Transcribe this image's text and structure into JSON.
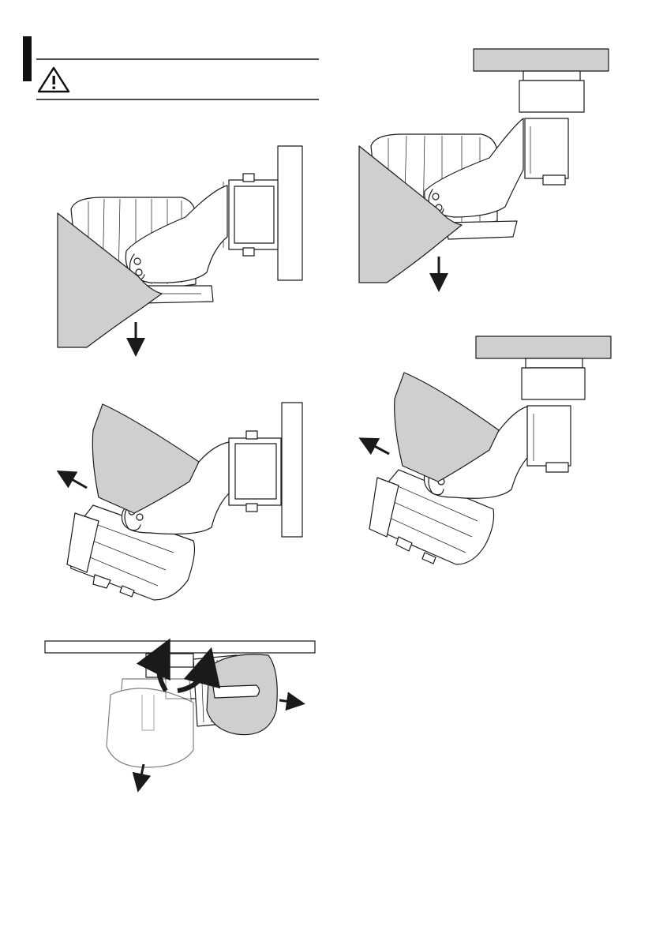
{
  "warning": {
    "icon": "warning-triangle-icon",
    "text": ""
  },
  "colors": {
    "ink": "#1a1a1a",
    "shade": "#cfcfcf",
    "housing": "#8c8c8c",
    "paper": "#ffffff"
  },
  "figures": [
    {
      "id": "wall-mount-hood-down",
      "mount": "wall",
      "arrow": "down"
    },
    {
      "id": "ceiling-mount-hood-down",
      "mount": "ceiling",
      "arrow": "down"
    },
    {
      "id": "wall-mount-tilted-up",
      "mount": "wall",
      "arrow": "up-left"
    },
    {
      "id": "ceiling-mount-tilted-up",
      "mount": "ceiling",
      "arrow": "up-left"
    },
    {
      "id": "ceiling-mount-rotate-sideways",
      "mount": "ceiling",
      "arrow": "rotate"
    }
  ]
}
